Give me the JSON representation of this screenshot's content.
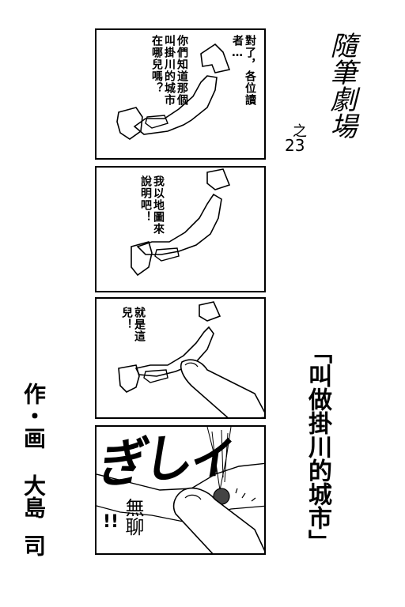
{
  "series_title": "隨筆劇場",
  "episode_prefix": "之",
  "episode_number": "23",
  "main_title": "「叫做掛川的城市」",
  "credit": {
    "role": "作・画",
    "author_surname": "大島",
    "author_given": "司"
  },
  "panels": [
    {
      "bubbles": [
        "對了，各位讀者…",
        "你們知道那個叫掛川的城市在哪兒嗎？"
      ]
    },
    {
      "bubbles": [
        "我以地圖來說明吧！"
      ]
    },
    {
      "bubbles": [
        "就是這兒！"
      ]
    },
    {
      "sfx": "ぎしィ",
      "mutter": "無聊",
      "marks": "!!"
    }
  ]
}
